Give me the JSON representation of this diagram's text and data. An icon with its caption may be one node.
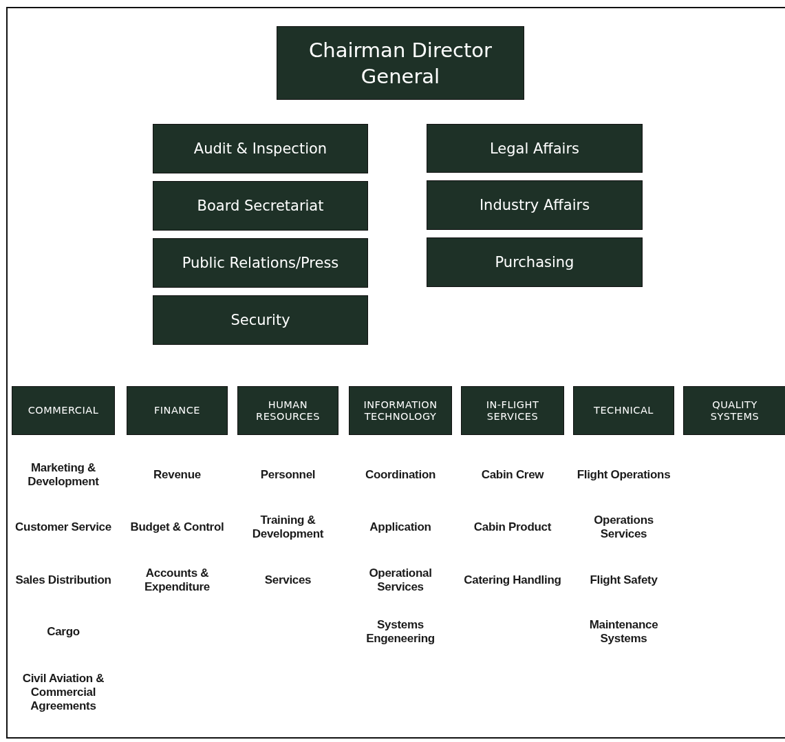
{
  "diagram": {
    "nodes": [
      {
        "text": [
          "Chairman Director General"
        ]
      },
      {
        "text": [
          "Audit & Inspection"
        ]
      },
      {
        "text": [
          "Legal Affairs"
        ]
      },
      {
        "text": [
          "Board Secretariat"
        ]
      },
      {
        "text": [
          "Industry Affairs"
        ]
      },
      {
        "text": [
          "Public Relations/Press"
        ]
      },
      {
        "text": [
          "Purchasing"
        ]
      },
      {
        "text": [
          "Security"
        ]
      },
      {
        "text": [
          "COMMERCIAL"
        ],
        "beside": [
          "Marketing & Development",
          "Customer Service",
          "Sales Distribution",
          "Cargo",
          "Civil Aviation & Commercial Agreements"
        ]
      },
      {
        "text": [
          "FINANCE"
        ],
        "beside": [
          "Revenue",
          "Budget & Control",
          "Accounts & Expenditure"
        ]
      },
      {
        "text": [
          "HUMAN RESOURCES"
        ],
        "beside": [
          "Personnel",
          "Training & Development",
          "Services"
        ]
      },
      {
        "text": [
          "INFORMATION TECHNOLOGY"
        ],
        "beside": [
          "Coordination",
          "Application",
          "Operational Services",
          "Systems Engeneering"
        ]
      },
      {
        "text": [
          "IN-FLIGHT SERVICES"
        ],
        "beside": [
          "Cabin Crew",
          "Cabin Product",
          "Catering Handling"
        ]
      },
      {
        "text": [
          "TECHNICAL"
        ],
        "beside": [
          "Flight Operations",
          "Operations Services",
          "Flight Safety",
          "Maintenance Systems"
        ]
      },
      {
        "text": [
          "QUALITY SYSTEMS"
        ]
      }
    ]
  }
}
